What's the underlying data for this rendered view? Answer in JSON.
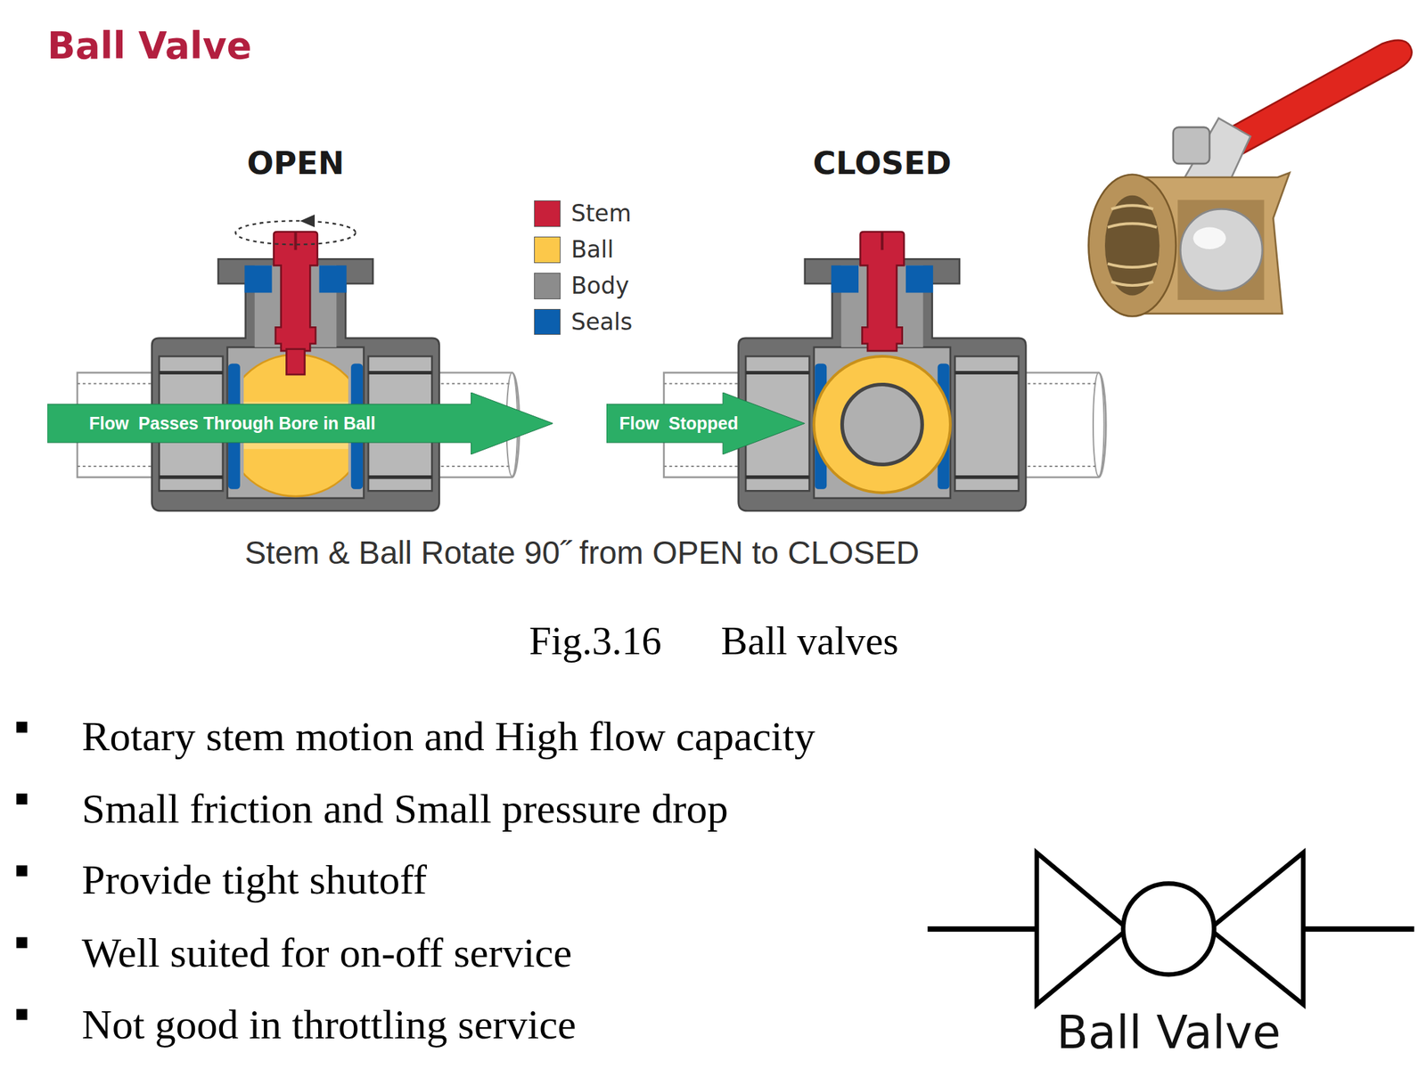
{
  "diagram": {
    "title": "Ball Valve",
    "caption": "Fig.3.16      Ball valves",
    "nodes": [
      {
        "text": [
          "Flow  Passes Through Bore in Ball"
        ]
      },
      {
        "text": [
          "Flow  Stopped"
        ]
      }
    ],
    "labels": [
      "OPEN",
      "CLOSED",
      "Stem & Ball Rotate 90˝ from OPEN to CLOSED",
      "Rotary stem motion and High flow capacity",
      "Small friction and Small pressure drop",
      "Provide tight shutoff",
      "Well suited for on-off service",
      "Not good in throttling service",
      "Ball Valve"
    ],
    "legend": [
      {
        "text": "Stem",
        "color": "#c8203a"
      },
      {
        "text": "Ball",
        "color": "#fcc84a"
      },
      {
        "text": "Body",
        "color": "#8c8c8c"
      },
      {
        "text": "Seals",
        "color": "#0b5fae"
      }
    ]
  }
}
